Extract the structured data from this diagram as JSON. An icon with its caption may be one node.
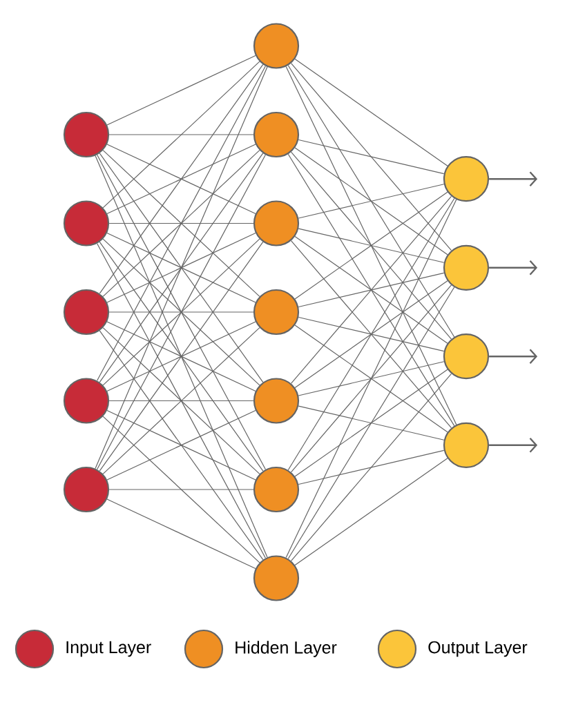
{
  "diagram": {
    "nodes": [
      {
        "text": [],
        "shape": "circle"
      },
      {
        "text": [],
        "shape": "circle"
      },
      {
        "text": [],
        "shape": "circle"
      },
      {
        "text": [],
        "shape": "circle"
      },
      {
        "text": [],
        "shape": "circle"
      },
      {
        "text": [],
        "shape": "circle"
      },
      {
        "text": [],
        "shape": "circle"
      },
      {
        "text": [],
        "shape": "circle"
      },
      {
        "text": [],
        "shape": "circle"
      },
      {
        "text": [],
        "shape": "circle"
      },
      {
        "text": [],
        "shape": "circle"
      },
      {
        "text": [],
        "shape": "circle"
      },
      {
        "text": [],
        "shape": "circle"
      },
      {
        "text": [],
        "shape": "circle"
      },
      {
        "text": [],
        "shape": "circle"
      },
      {
        "text": [],
        "shape": "circle"
      }
    ],
    "edges": [
      {
        "from": 0,
        "to": 5,
        "arrow": "none"
      },
      {
        "from": 0,
        "to": 6,
        "arrow": "none"
      },
      {
        "from": 0,
        "to": 7,
        "arrow": "none"
      },
      {
        "from": 0,
        "to": 8,
        "arrow": "none"
      },
      {
        "from": 0,
        "to": 9,
        "arrow": "none"
      },
      {
        "from": 0,
        "to": 10,
        "arrow": "none"
      },
      {
        "from": 0,
        "to": 11,
        "arrow": "none"
      },
      {
        "from": 1,
        "to": 5,
        "arrow": "none"
      },
      {
        "from": 1,
        "to": 6,
        "arrow": "none"
      },
      {
        "from": 1,
        "to": 7,
        "arrow": "none"
      },
      {
        "from": 1,
        "to": 8,
        "arrow": "none"
      },
      {
        "from": 1,
        "to": 9,
        "arrow": "none"
      },
      {
        "from": 1,
        "to": 10,
        "arrow": "none"
      },
      {
        "from": 1,
        "to": 11,
        "arrow": "none"
      },
      {
        "from": 2,
        "to": 5,
        "arrow": "none"
      },
      {
        "from": 2,
        "to": 6,
        "arrow": "none"
      },
      {
        "from": 2,
        "to": 7,
        "arrow": "none"
      },
      {
        "from": 2,
        "to": 8,
        "arrow": "none"
      },
      {
        "from": 2,
        "to": 9,
        "arrow": "none"
      },
      {
        "from": 2,
        "to": 10,
        "arrow": "none"
      },
      {
        "from": 2,
        "to": 11,
        "arrow": "none"
      },
      {
        "from": 3,
        "to": 5,
        "arrow": "none"
      },
      {
        "from": 3,
        "to": 6,
        "arrow": "none"
      },
      {
        "from": 3,
        "to": 7,
        "arrow": "none"
      },
      {
        "from": 3,
        "to": 8,
        "arrow": "none"
      },
      {
        "from": 3,
        "to": 9,
        "arrow": "none"
      },
      {
        "from": 3,
        "to": 10,
        "arrow": "none"
      },
      {
        "from": 3,
        "to": 11,
        "arrow": "none"
      },
      {
        "from": 4,
        "to": 5,
        "arrow": "none"
      },
      {
        "from": 4,
        "to": 6,
        "arrow": "none"
      },
      {
        "from": 4,
        "to": 7,
        "arrow": "none"
      },
      {
        "from": 4,
        "to": 8,
        "arrow": "none"
      },
      {
        "from": 4,
        "to": 9,
        "arrow": "none"
      },
      {
        "from": 4,
        "to": 10,
        "arrow": "none"
      },
      {
        "from": 4,
        "to": 11,
        "arrow": "none"
      },
      {
        "from": 5,
        "to": 12,
        "arrow": "none"
      },
      {
        "from": 5,
        "to": 13,
        "arrow": "none"
      },
      {
        "from": 5,
        "to": 14,
        "arrow": "none"
      },
      {
        "from": 5,
        "to": 15,
        "arrow": "none"
      },
      {
        "from": 6,
        "to": 12,
        "arrow": "none"
      },
      {
        "from": 6,
        "to": 13,
        "arrow": "none"
      },
      {
        "from": 6,
        "to": 14,
        "arrow": "none"
      },
      {
        "from": 6,
        "to": 15,
        "arrow": "none"
      },
      {
        "from": 7,
        "to": 12,
        "arrow": "none"
      },
      {
        "from": 7,
        "to": 13,
        "arrow": "none"
      },
      {
        "from": 7,
        "to": 14,
        "arrow": "none"
      },
      {
        "from": 7,
        "to": 15,
        "arrow": "none"
      },
      {
        "from": 8,
        "to": 12,
        "arrow": "none"
      },
      {
        "from": 8,
        "to": 13,
        "arrow": "none"
      },
      {
        "from": 8,
        "to": 14,
        "arrow": "none"
      },
      {
        "from": 8,
        "to": 15,
        "arrow": "none"
      },
      {
        "from": 9,
        "to": 12,
        "arrow": "none"
      },
      {
        "from": 9,
        "to": 13,
        "arrow": "none"
      },
      {
        "from": 9,
        "to": 14,
        "arrow": "none"
      },
      {
        "from": 9,
        "to": 15,
        "arrow": "none"
      },
      {
        "from": 10,
        "to": 12,
        "arrow": "none"
      },
      {
        "from": 10,
        "to": 13,
        "arrow": "none"
      },
      {
        "from": 10,
        "to": 14,
        "arrow": "none"
      },
      {
        "from": 10,
        "to": 15,
        "arrow": "none"
      },
      {
        "from": 11,
        "to": 12,
        "arrow": "none"
      },
      {
        "from": 11,
        "to": 13,
        "arrow": "none"
      },
      {
        "from": 11,
        "to": 14,
        "arrow": "none"
      },
      {
        "from": 11,
        "to": 15,
        "arrow": "none"
      },
      {
        "from": 12,
        "to": null,
        "arrow": "to"
      },
      {
        "from": 13,
        "to": null,
        "arrow": "to"
      },
      {
        "from": 14,
        "to": null,
        "arrow": "to"
      },
      {
        "from": 15,
        "to": null,
        "arrow": "to"
      }
    ],
    "legend": [
      {
        "text": "Input Layer",
        "color": "#c72b38"
      },
      {
        "text": "Hidden Layer",
        "color": "#ef8f23"
      },
      {
        "text": "Output Layer",
        "color": "#fbc53a"
      }
    ]
  }
}
